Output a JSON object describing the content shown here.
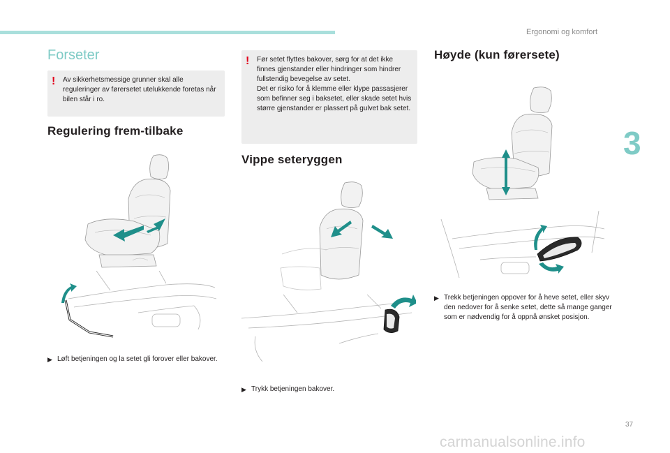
{
  "header": {
    "title": "Ergonomi og komfort",
    "chapter": "3",
    "page_number": "37"
  },
  "watermark": "carmanualsonline.info",
  "col1": {
    "title": "Forseter",
    "warning": "Av sikkerhetsmessige grunner skal alle reguleringer av førersetet utelukkende foretas når bilen står i ro.",
    "heading": "Regulering frem-tilbake",
    "instruction": "Løft betjeningen og la setet gli forover eller bakover."
  },
  "col2": {
    "warning_p1": "Før setet flyttes bakover, sørg for at det ikke finnes gjenstander eller hindringer som hindrer fullstendig bevegelse av setet.",
    "warning_p2": "Det er risiko for å klemme eller klype passasjerer som befinner seg i baksetet, eller skade setet hvis større gjenstander er plassert på gulvet bak setet.",
    "heading": "Vippe seteryggen",
    "instruction": "Trykk betjeningen bakover."
  },
  "col3": {
    "heading": "Høyde (kun førersete)",
    "instruction": "Trekk betjeningen oppover for å heve setet, eller skyv den nedover for å senke setet, dette så mange ganger som er nødvendig for å oppnå ønsket posisjon."
  },
  "colors": {
    "accent": "#7fcbc6",
    "arrow": "#1f8f8a",
    "warning": "#e2001a"
  }
}
